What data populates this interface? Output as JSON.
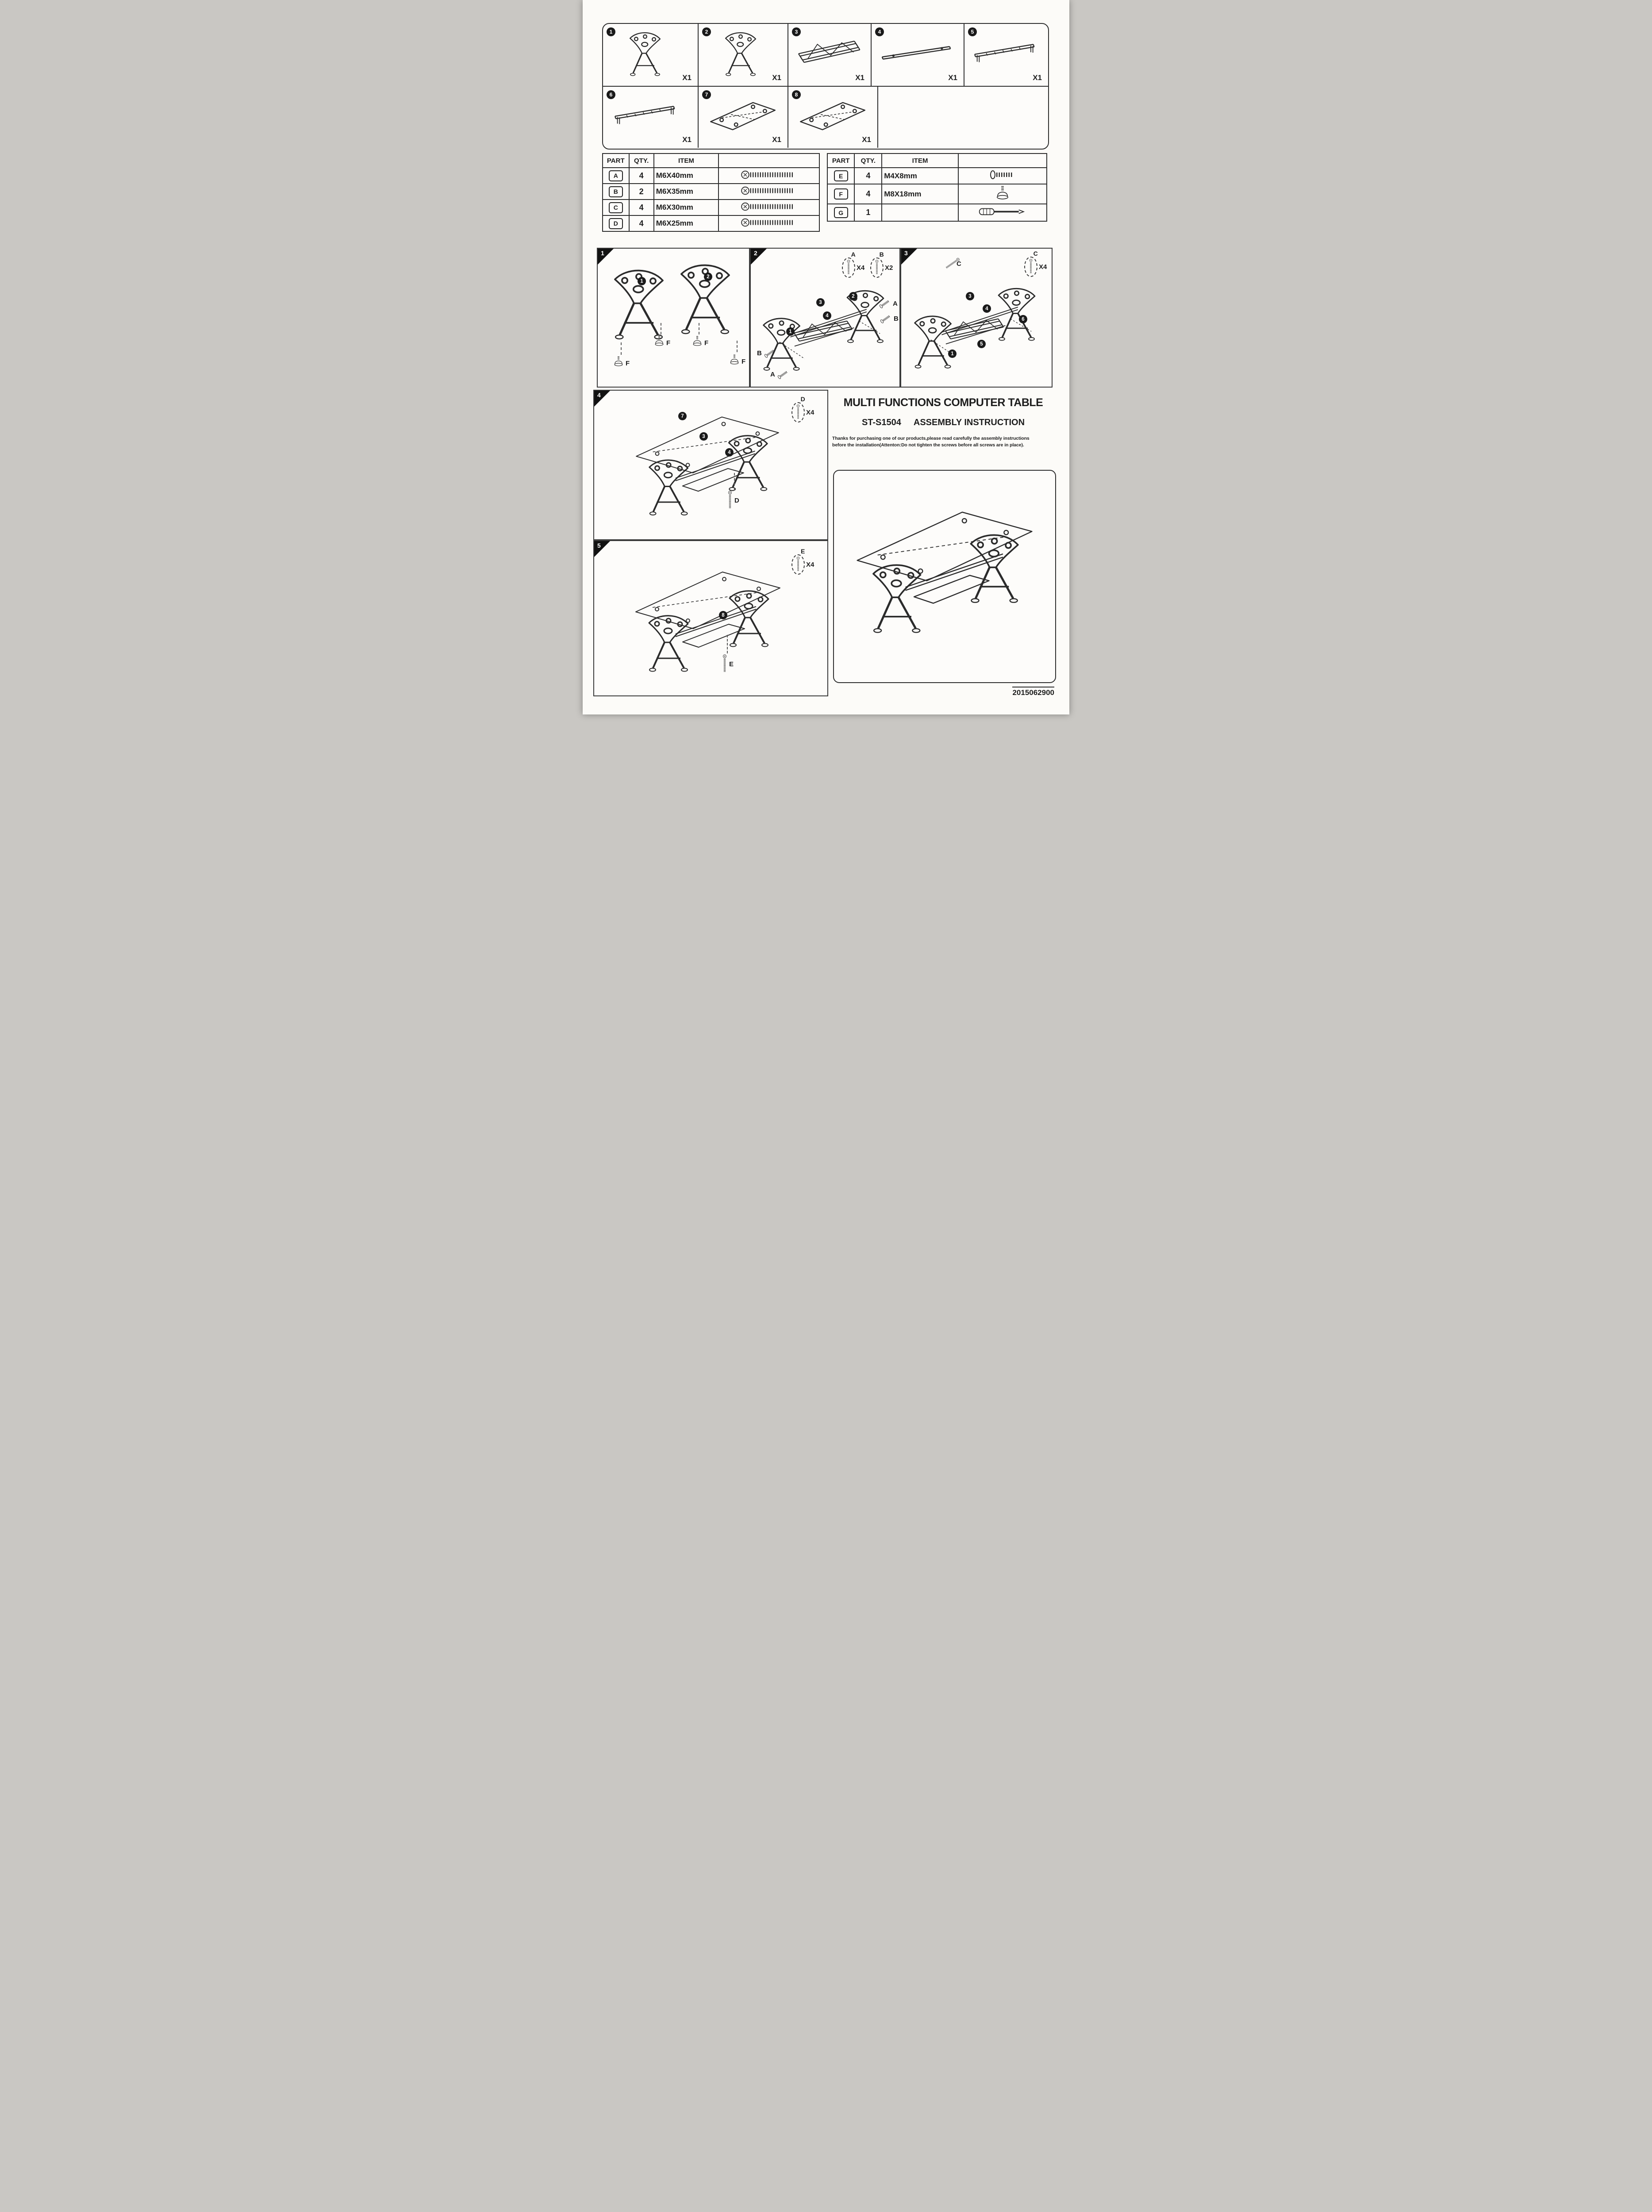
{
  "panel_parts": {
    "items": [
      {
        "num": "1",
        "qty": "X1"
      },
      {
        "num": "2",
        "qty": "X1"
      },
      {
        "num": "3",
        "qty": "X1"
      },
      {
        "num": "4",
        "qty": "X1"
      },
      {
        "num": "5",
        "qty": "X1"
      },
      {
        "num": "6",
        "qty": "X1"
      },
      {
        "num": "7",
        "qty": "X1"
      },
      {
        "num": "8",
        "qty": "X1"
      }
    ]
  },
  "hardware_left": {
    "headers": {
      "part": "PART",
      "qty": "QTY.",
      "item": "ITEM"
    },
    "rows": [
      {
        "part": "A",
        "qty": "4",
        "item": "M6X40mm"
      },
      {
        "part": "B",
        "qty": "2",
        "item": "M6X35mm"
      },
      {
        "part": "C",
        "qty": "4",
        "item": "M6X30mm"
      },
      {
        "part": "D",
        "qty": "4",
        "item": "M6X25mm"
      }
    ]
  },
  "hardware_right": {
    "headers": {
      "part": "PART",
      "qty": "QTY.",
      "item": "ITEM"
    },
    "rows": [
      {
        "part": "E",
        "qty": "4",
        "item": "M4X8mm"
      },
      {
        "part": "F",
        "qty": "4",
        "item": "M8X18mm"
      },
      {
        "part": "G",
        "qty": "1",
        "item": ""
      }
    ]
  },
  "steps": {
    "s1": {
      "num": "1",
      "badges": [
        "1",
        "2"
      ],
      "foot_labels": [
        "F",
        "F",
        "F",
        "F"
      ]
    },
    "s2": {
      "num": "2",
      "callouts": [
        {
          "letter": "A",
          "qty": "X4"
        },
        {
          "letter": "B",
          "qty": "X2"
        }
      ],
      "badges": [
        "3",
        "4",
        "1",
        "2"
      ],
      "labels": [
        "A",
        "B",
        "B",
        "A"
      ]
    },
    "s3": {
      "num": "3",
      "callouts": [
        {
          "letter": "C",
          "qty": "X4"
        }
      ],
      "badges": [
        "3",
        "4",
        "5",
        "6",
        "1"
      ],
      "labels": [
        "C"
      ]
    },
    "s4": {
      "num": "4",
      "callouts": [
        {
          "letter": "D",
          "qty": "X4"
        }
      ],
      "badges": [
        "7",
        "3",
        "4"
      ],
      "labels": [
        "D"
      ]
    },
    "s5": {
      "num": "5",
      "callouts": [
        {
          "letter": "E",
          "qty": "X4"
        }
      ],
      "badges": [
        "8"
      ],
      "labels": [
        "E"
      ]
    }
  },
  "info": {
    "title": "MULTI FUNCTIONS COMPUTER TABLE",
    "model": "ST-S1504",
    "subtitle": "ASSEMBLY INSTRUCTION",
    "note1": "Thanks for purchasing one of our products,please read carefully the assembly instructions",
    "note2": "before the installation(Attenton:Do not tighten the screws before all screws are in place).",
    "code": "2015062900"
  }
}
